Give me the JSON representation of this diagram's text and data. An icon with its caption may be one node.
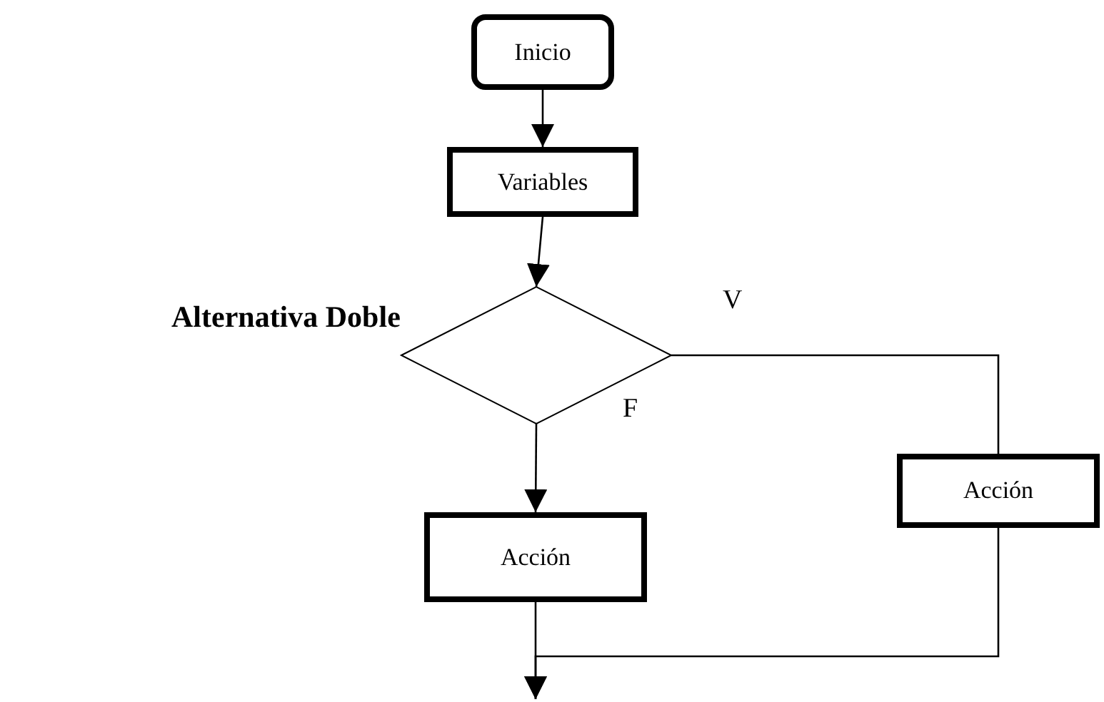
{
  "diagram": {
    "title": "Alternativa Doble",
    "nodes": [
      {
        "text": [
          "Inicio"
        ]
      },
      {
        "text": [
          "Variables"
        ]
      },
      {
        "text": [],
        "shape": "diamond"
      },
      {
        "text": [
          "Acción"
        ]
      },
      {
        "text": [
          "Acción"
        ]
      }
    ],
    "edges": [
      {
        "from": 0,
        "to": 1,
        "arrow": "to"
      },
      {
        "from": 1,
        "to": 2,
        "arrow": "to"
      },
      {
        "from": 2,
        "to": 4,
        "arrow": "to",
        "label": "F"
      },
      {
        "from": 2,
        "to": 3,
        "arrow": "none",
        "label": "V"
      },
      {
        "from": 4,
        "to": null,
        "arrow": "to"
      },
      {
        "from": 3,
        "to": null,
        "arrow": "to"
      }
    ]
  }
}
